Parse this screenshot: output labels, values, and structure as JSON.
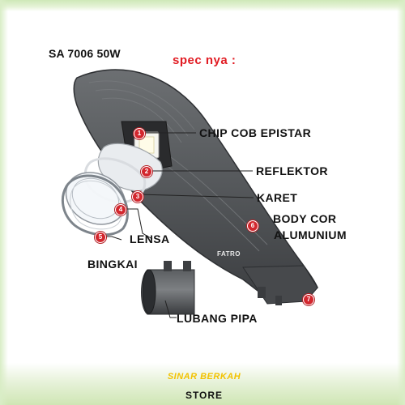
{
  "header": {
    "model": "SA 7006 50W",
    "spec_heading": "spec nya :"
  },
  "diagram": {
    "brand_mark": "FATRO",
    "parts": [
      {
        "number": "1",
        "label": "CHIP COB EPISTAR"
      },
      {
        "number": "2",
        "label": "REFLEKTOR"
      },
      {
        "number": "3",
        "label": "KARET"
      },
      {
        "number": "4",
        "label": "LENSA"
      },
      {
        "number": "5",
        "label": "BINGKAI"
      },
      {
        "number": "6",
        "label": "BODY COR"
      },
      {
        "number": "6",
        "label": "ALUMUNIUM"
      },
      {
        "number": "7",
        "label": "LUBANG PIPA"
      }
    ]
  },
  "footer": {
    "store_name_script": "SINAR BERKAH",
    "store_word": "STORE"
  },
  "colors": {
    "accent_red": "#d3272e",
    "body_gray": "#5a5d60",
    "store_yellow": "#f2c200",
    "border_green": "#cfe6b4"
  }
}
